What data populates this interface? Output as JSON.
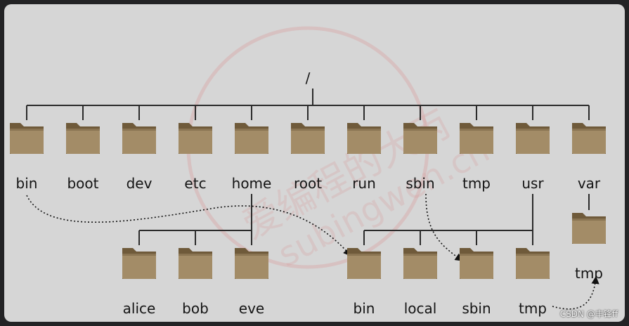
{
  "tree": {
    "root": {
      "label": "/"
    },
    "level1": [
      {
        "id": "bin",
        "label": "bin"
      },
      {
        "id": "boot",
        "label": "boot"
      },
      {
        "id": "dev",
        "label": "dev"
      },
      {
        "id": "etc",
        "label": "etc"
      },
      {
        "id": "home",
        "label": "home"
      },
      {
        "id": "root",
        "label": "root"
      },
      {
        "id": "run",
        "label": "run"
      },
      {
        "id": "sbin",
        "label": "sbin"
      },
      {
        "id": "tmp",
        "label": "tmp"
      },
      {
        "id": "usr",
        "label": "usr"
      },
      {
        "id": "var",
        "label": "var"
      }
    ],
    "home_children": [
      {
        "id": "alice",
        "label": "alice"
      },
      {
        "id": "bob",
        "label": "bob"
      },
      {
        "id": "eve",
        "label": "eve"
      }
    ],
    "usr_children": [
      {
        "id": "usr-bin",
        "label": "bin"
      },
      {
        "id": "usr-local",
        "label": "local"
      },
      {
        "id": "usr-sbin",
        "label": "sbin"
      },
      {
        "id": "usr-tmp",
        "label": "tmp"
      }
    ],
    "var_children": [
      {
        "id": "var-tmp",
        "label": "tmp"
      }
    ],
    "links": [
      {
        "from": "bin",
        "to": "usr-bin"
      },
      {
        "from": "sbin",
        "to": "usr-sbin"
      },
      {
        "from": "usr-tmp",
        "to": "var-tmp"
      }
    ]
  },
  "watermark": {
    "text_cn": "爱编程的大丙",
    "text_en": "subingwen.cn",
    "color": "#d99a9a"
  },
  "credit": "CSDN @丰锋ff",
  "colors": {
    "background": "#d6d6d6",
    "frame": "#232325",
    "folder_back": "#6f5a3a",
    "folder_front": "#a38c67",
    "line": "#2b2b2b"
  }
}
